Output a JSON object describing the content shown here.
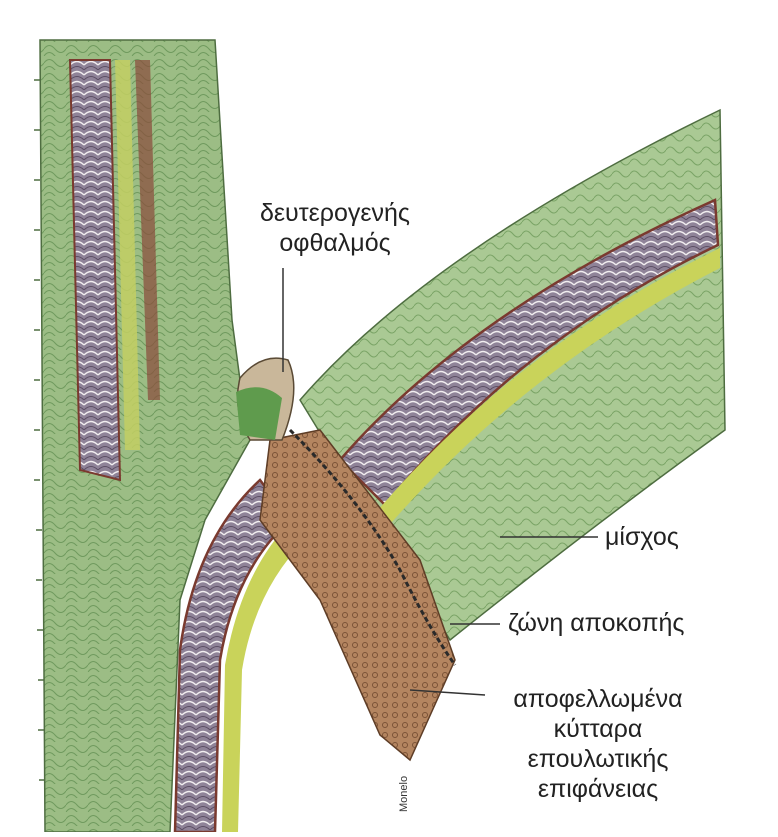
{
  "labels": {
    "bud_line1": "δευτερογενής",
    "bud_line2": "οφθαλμός",
    "petiole": "μίσχος",
    "abscission_zone": "ζώνη αποκοπής",
    "cells_line1": "αποφελλωμένα",
    "cells_line2": "κύτταρα",
    "cells_line3": "επουλωτικής",
    "cells_line4": "επιφάνειας"
  },
  "signature": "Monelo",
  "colors": {
    "tissue_green": "#8fb27a",
    "light_green": "#b9d3a0",
    "vessel_brown": "#8a4a3a",
    "vessel_purple": "#7b6e88",
    "yellow_strand": "#c9d35a",
    "scar_brown": "#a8744f",
    "label_text": "#222222"
  }
}
